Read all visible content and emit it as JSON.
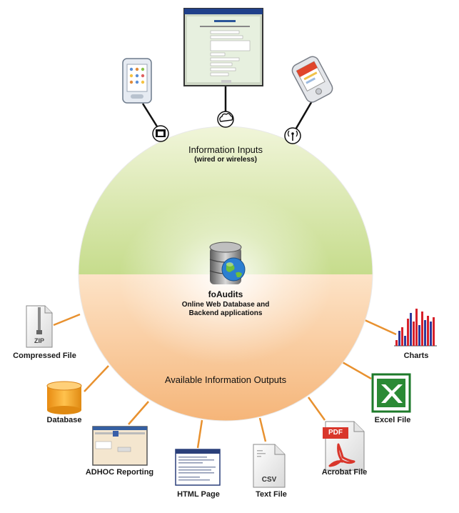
{
  "diagram": {
    "inputs_title": "Information Inputs",
    "inputs_subtitle": "(wired or wireless)",
    "center_title": "foAudits",
    "center_line1": "Online Web Database and",
    "center_line2": "Backend applications",
    "outputs_title": "Available Information Outputs",
    "outputs": [
      {
        "label": "Compressed File",
        "icon": "zip-file-icon",
        "badge": "ZIP"
      },
      {
        "label": "Database",
        "icon": "database-icon"
      },
      {
        "label": "ADHOC Reporting",
        "icon": "report-screenshot-icon"
      },
      {
        "label": "HTML Page",
        "icon": "html-page-icon"
      },
      {
        "label": "Text File",
        "icon": "csv-file-icon",
        "badge": "CSV"
      },
      {
        "label": "Acrobat File",
        "icon": "pdf-file-icon",
        "badge": "PDF"
      },
      {
        "label": "Excel File",
        "icon": "excel-file-icon"
      },
      {
        "label": "Charts",
        "icon": "bar-chart-icon"
      }
    ],
    "inputs": [
      {
        "device": "pda-device",
        "connector": "network-port-icon"
      },
      {
        "device": "web-form-screenshot",
        "connector": "internet-cloud-icon"
      },
      {
        "device": "handheld-device",
        "connector": "wireless-antenna-icon"
      }
    ]
  },
  "colors": {
    "top_green": "#c9dd8f",
    "bottom_orange": "#f6b97a",
    "connector_orange": "#e8912f",
    "excel_green": "#1d7a2a",
    "pdf_red": "#d9362b"
  }
}
